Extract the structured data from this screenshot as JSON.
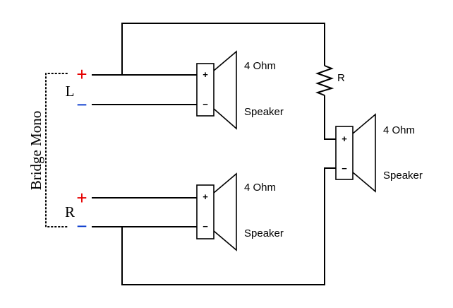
{
  "amp": {
    "side_label": "Bridge Mono",
    "channels": [
      {
        "label": "L",
        "plus": "+",
        "minus": "−"
      },
      {
        "label": "R",
        "plus": "+",
        "minus": "−"
      }
    ],
    "plus_color": "#e60000",
    "minus_color": "#0033cc"
  },
  "speakers": [
    {
      "impedance": "4 Ohm",
      "name": "Speaker",
      "plus": "+",
      "minus": "−"
    },
    {
      "impedance": "4 Ohm",
      "name": "Speaker",
      "plus": "+",
      "minus": "−"
    },
    {
      "impedance": "4 Ohm",
      "name": "Speaker",
      "plus": "+",
      "minus": "−"
    }
  ],
  "resistor": {
    "label": "R"
  }
}
